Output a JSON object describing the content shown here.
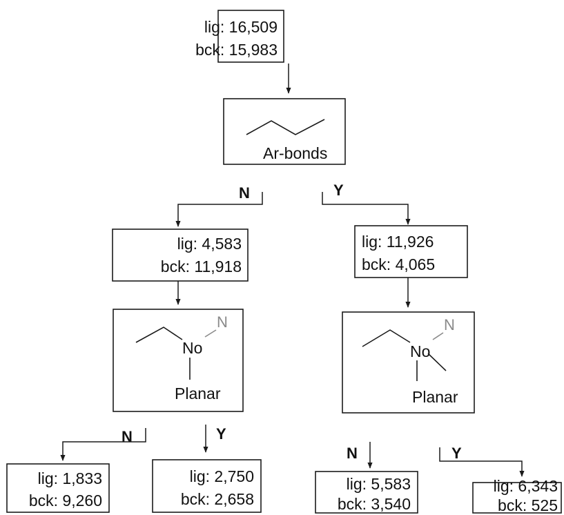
{
  "nodes": {
    "root": {
      "lig": "lig: 16,509",
      "bck": "bck: 15,983"
    },
    "left": {
      "lig": "lig: 4,583",
      "bck": "bck: 11,918"
    },
    "right": {
      "lig": "lig: 11,926",
      "bck": "bck: 4,065"
    },
    "ll": {
      "lig": "lig: 1,833",
      "bck": "bck: 9,260"
    },
    "lr": {
      "lig": "lig: 2,750",
      "bck": "bck: 2,658"
    },
    "rl": {
      "lig": "lig: 5,583",
      "bck": "bck: 3,540"
    },
    "rr": {
      "lig": "lig: 6,343",
      "bck": "bck: 525"
    }
  },
  "splits": {
    "ar_bonds": {
      "label": "Ar-bonds"
    },
    "planar_left": {
      "label": "Planar",
      "atom": "No",
      "neighbor": "N"
    },
    "planar_right": {
      "label": "Planar",
      "atom": "No",
      "neighbor": "N"
    }
  },
  "branches": {
    "no": "N",
    "yes": "Y"
  }
}
